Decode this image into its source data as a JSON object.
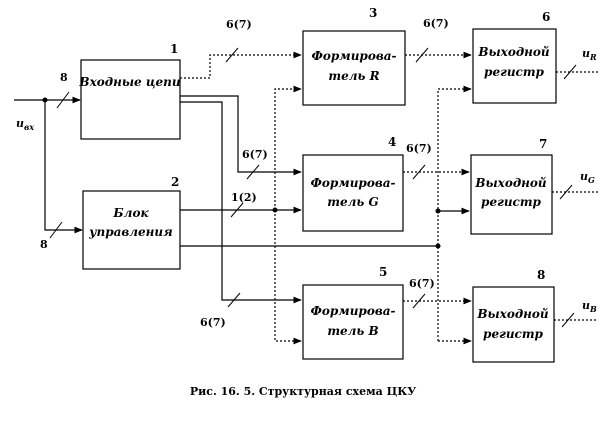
{
  "blocks": {
    "input": {
      "number": "1",
      "label": "Входные цепи"
    },
    "control": {
      "number": "2",
      "label1": "Блок",
      "label2": "управления"
    },
    "former_r": {
      "number": "3",
      "label1": "Формирова-",
      "label2": "тель R"
    },
    "former_g": {
      "number": "4",
      "label1": "Формирова-",
      "label2": "тель G"
    },
    "former_b": {
      "number": "5",
      "label1": "Формирова-",
      "label2": "тель B"
    },
    "out_r": {
      "number": "6",
      "label1": "Выходной",
      "label2": "регистр"
    },
    "out_g": {
      "number": "7",
      "label1": "Выходной",
      "label2": "регистр"
    },
    "out_b": {
      "number": "8",
      "label1": "Выходной",
      "label2": "регистр"
    }
  },
  "buses": {
    "input_width": "8",
    "control_width": "8",
    "to_r": "6(7)",
    "r_out": "6(7)",
    "to_g": "6(7)",
    "g_out": "6(7)",
    "ctrl": "1(2)",
    "to_b": "6(7)",
    "b_out": "6(7)"
  },
  "signals": {
    "input": "u",
    "input_sub": "вх",
    "out_r": "u",
    "out_r_sub": "R",
    "out_g": "u",
    "out_g_sub": "G",
    "out_b": "u",
    "out_b_sub": "B"
  },
  "caption": "Рис. 16. 5. Структурная схема ЦКУ"
}
